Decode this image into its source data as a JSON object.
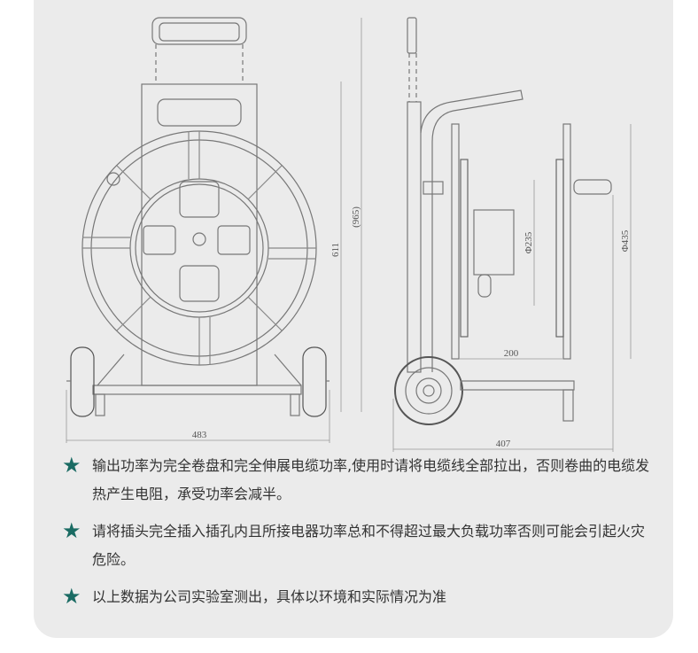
{
  "dimensions": {
    "front_width": "483",
    "front_height": "611",
    "total_height": "(965)",
    "side_depth": "407",
    "reel_width": "200",
    "inner_diameter": "Φ235",
    "outer_diameter": "Φ435"
  },
  "notes": [
    {
      "icon": "star-icon",
      "text": "输出功率为完全卷盘和完全伸展电缆功率,使用时请将电缆线全部拉出，否则卷曲的电缆发热产生电阻，承受功率会减半。"
    },
    {
      "icon": "star-icon",
      "text": "请将插头完全插入插孔内且所接电器功率总和不得超过最大负载功率否则可能会引起火灾危险。"
    },
    {
      "icon": "star-icon",
      "text": "以上数据为公司实验室测出，具体以环境和实际情况为准"
    }
  ],
  "colors": {
    "accent": "#1a6b63",
    "card": "#ebebeb"
  }
}
